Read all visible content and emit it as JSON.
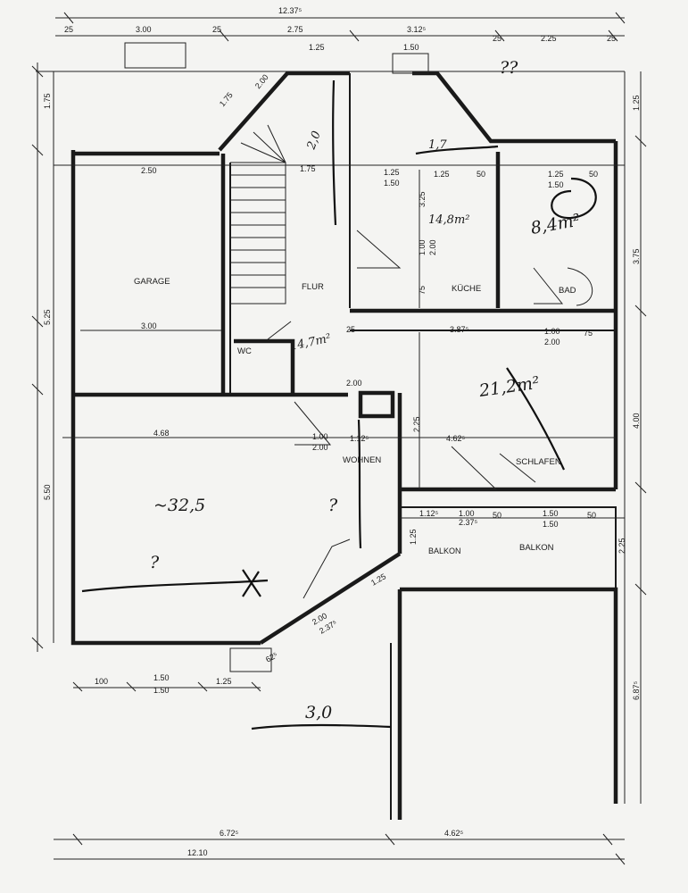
{
  "rooms": {
    "garage": "GARAGE",
    "flur": "FLUR",
    "kueche": "KÜCHE",
    "bad": "BAD",
    "wc": "WC",
    "wohnen": "WOHNEN",
    "schlafen": "SCHLAFEN",
    "balkon": "BALKON",
    "balkon_small": "BALKON"
  },
  "dimensions": {
    "top_total": "12.37⁵",
    "top_3_00": "3.00",
    "top_2_75": "2.75",
    "top_1_25": "1.25",
    "top_3_12": "3.12⁵",
    "top_1_50": "1.50",
    "top_2_25": "2.25",
    "top_25_a": "25",
    "top_25_b": "25",
    "top_25_c": "25",
    "top_25_d": "25",
    "garage_2_50": "2.50",
    "garage_3_00": "3.00",
    "wohnen_4_68": "4.68",
    "mid_1_00": "1.00",
    "mid_2_00": "2.00",
    "mid_1_12": "1.12⁵",
    "mid_4_62": "4.62⁵",
    "row_1_75": "1.75",
    "row_1_25_a": "1.25",
    "row_1_50_a": "1.50",
    "row_1_25_b": "1.25",
    "row_50_a": "50",
    "row_1_25_c": "1.25",
    "row_1_50_b": "1.50",
    "row_50_b": "50",
    "kueche_3_25": "3.25",
    "kueche_1_00": "1.00",
    "kueche_2_00": "2.00",
    "kueche_75": "75",
    "schlaf_3_87": "3.87⁵",
    "schlaf_1_00": "1.00",
    "schlaf_2_00": "2.00",
    "schlaf_75": "75",
    "schlaf_2_25": "2.25",
    "balk_1_12": "1.12⁵",
    "balk_1_00": "1.00",
    "balk_2_37": "2.37⁵",
    "balk_50_a": "50",
    "balk_1_50_a": "1.50",
    "balk_1_50_b": "1.50",
    "balk_50_b": "50",
    "balk_1_25": "1.25",
    "diag_2_00": "2.00",
    "diag_2_37": "2.37⁵",
    "diag_1_25": "1.25",
    "diag_62": "62⁵",
    "bot_1_00": "100",
    "bot_1_50_a": "1.50",
    "bot_1_50_b": "1.50",
    "bot_1_25": "1.25",
    "bot_6_72": "6.72⁵",
    "bot_4_62": "4.62⁵",
    "bot_total": "12.10",
    "left_1_75": "1.75",
    "left_5_25": "5.25",
    "left_5_50": "5.50",
    "right_1_25": "1.25",
    "right_3_75": "3.75",
    "right_4_00": "4.00",
    "right_2_25": "2.25",
    "right_6_87": "6.87⁵",
    "wc_2_00": "2.00",
    "wc_25": "25",
    "ang_1_75": "1.75",
    "ang_2_00": "2.00"
  },
  "annotations": {
    "wohnen_area": "~32,5",
    "flur_area": "14,7m²",
    "kueche_area": "14,8m²",
    "bad_area": "8,4m²",
    "schlafen_area": "21,2m²",
    "q_top": "??",
    "q_mid": "?",
    "q_left": "?",
    "terrace": "3,0",
    "stair_mark": "2,0",
    "hall_mark": "1,7"
  }
}
